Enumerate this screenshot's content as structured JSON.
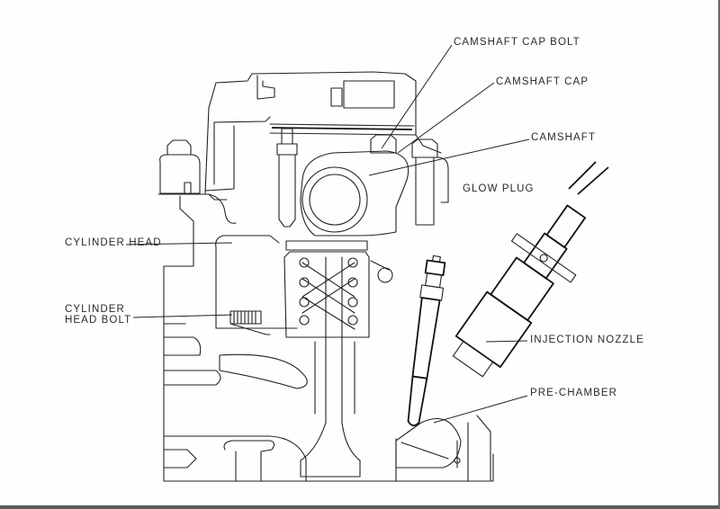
{
  "diagram": {
    "subject": "Diesel engine cylinder head cross-section",
    "labels": {
      "camshaft_cap_bolt": "CAMSHAFT CAP BOLT",
      "camshaft_cap": "CAMSHAFT CAP",
      "camshaft": "CAMSHAFT",
      "glow_plug": "GLOW PLUG",
      "cylinder_head": "CYLINDER HEAD",
      "cylinder_head_bolt_line1": "CYLINDER",
      "cylinder_head_bolt_line2": "HEAD BOLT",
      "injection_nozzle": "INJECTION NOZZLE",
      "pre_chamber": "PRE-CHAMBER"
    }
  }
}
